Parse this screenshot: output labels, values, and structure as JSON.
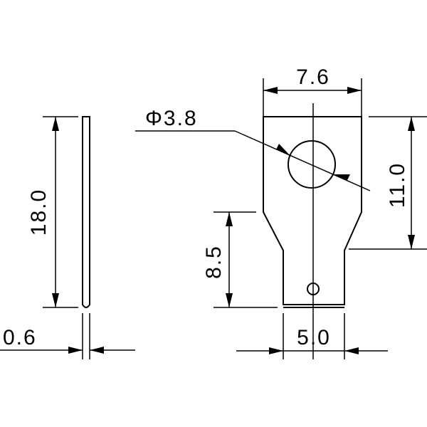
{
  "dimensions": {
    "side_length": "18.0",
    "thickness": "0.6",
    "top_width": "7.6",
    "hole_diameter": "Φ3.8",
    "head_height": "11.0",
    "tab_length": "8.5",
    "tab_width": "5.0"
  }
}
